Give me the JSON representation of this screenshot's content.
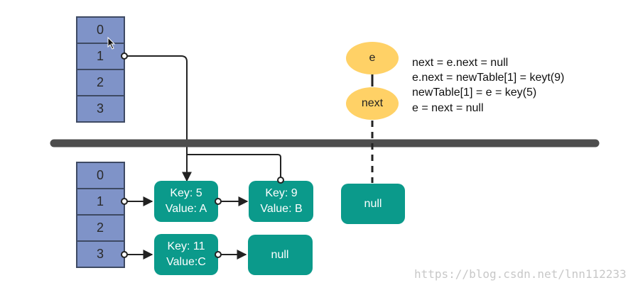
{
  "top_table": {
    "indices": [
      "0",
      "1",
      "2",
      "3"
    ]
  },
  "bottom_table": {
    "indices": [
      "0",
      "1",
      "2",
      "3"
    ]
  },
  "nodes": {
    "key5": [
      "Key: 5",
      "Value: A"
    ],
    "key9": [
      "Key: 9",
      "Value: B"
    ],
    "key11": [
      "Key: 11",
      "Value:C"
    ],
    "null_chain": "null",
    "null_right": "null"
  },
  "pointers": {
    "e": "e",
    "next": "next"
  },
  "code_lines": [
    "next = e.next = null",
    "e.next = newTable[1] = keyt(9)",
    "newTable[1] = e = key(5)",
    "e = next = null"
  ],
  "watermark": "https://blog.csdn.net/lnn112233",
  "colors": {
    "cell_fill": "#7f93c8",
    "node_fill": "#0b9a8b",
    "pointer_fill": "#ffd166",
    "divider": "#4d4d4d"
  }
}
